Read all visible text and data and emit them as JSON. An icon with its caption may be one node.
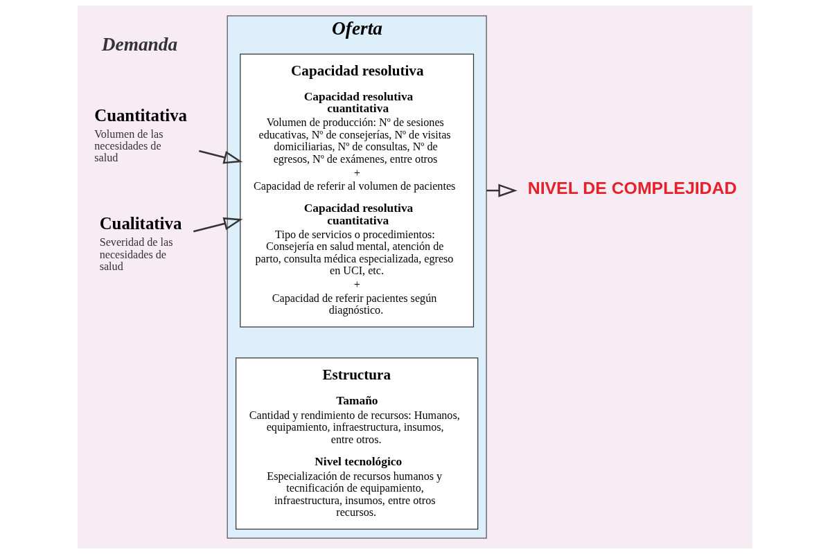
{
  "diagram": {
    "nodes": [
      {
        "text": [
          "Cuantitativa",
          "Volumen de las necesidades de salud"
        ]
      },
      {
        "text": [
          "Cualitativa",
          "Severidad de las necesidades de salud"
        ]
      },
      {
        "text": [
          "Oferta"
        ]
      },
      {
        "text": [
          "Capacidad resolutiva",
          "Capacidad resolutiva cuantitativa",
          "Volumen de producción: Nº de sesiones educativas, Nº de consejerías, Nº de visitas domiciliarias, Nº de consultas, Nº de egresos, Nº de exámenes, entre otros",
          "+",
          "Capacidad de referir al volumen de pacientes",
          "Capacidad resolutiva cuantitativa",
          "Tipo de servicios o procedimientos: Consejería en salud mental, atención de parto, consulta médica especializada, egreso en UCI, etc.",
          "+",
          "Capacidad de referir pacientes según diagnóstico."
        ],
        "in": 2
      },
      {
        "text": [
          "Estructura",
          "Tamaño",
          "Cantidad y rendimiento de recursos: Humanos, equipamiento, infraestructura, insumos, entre otros.",
          "Nivel tecnológico",
          "Especialización de recursos humanos y tecnificación de equipamiento, infraestructura, insumos, entre otros recursos."
        ],
        "in": 2
      },
      {
        "text": [
          "NIVEL DE COMPLEJIDAD"
        ]
      }
    ],
    "edges": [
      {
        "from": 0,
        "to": 3,
        "arrow": "to"
      },
      {
        "from": 1,
        "to": 3,
        "arrow": "to"
      },
      {
        "from": 2,
        "to": 5,
        "arrow": "to"
      }
    ],
    "labels": [
      "Demanda"
    ]
  }
}
